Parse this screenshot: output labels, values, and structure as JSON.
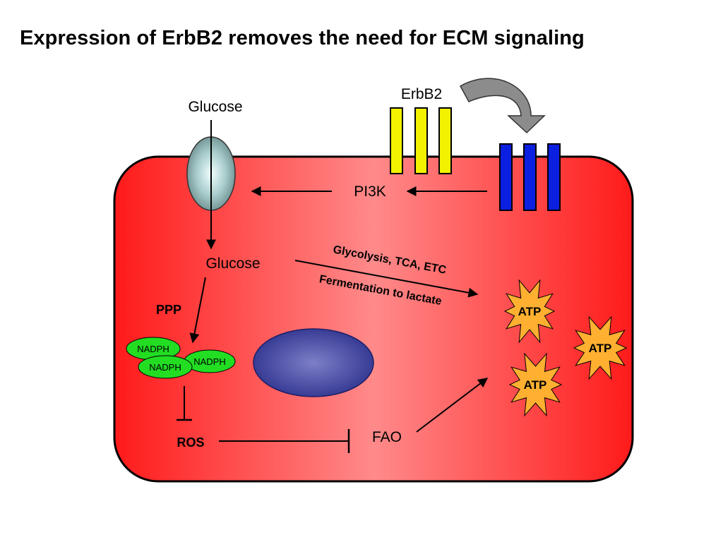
{
  "title": "Expression of ErbB2 removes the need for ECM signaling",
  "labels": {
    "glucose_outside": "Glucose",
    "erbb2": "ErbB2",
    "pi3k": "PI3K",
    "glucose_inside": "Glucose",
    "glycolysis": "Glycolysis, TCA, ETC",
    "fermentation": "Fermentation to lactate",
    "ppp": "PPP",
    "nadph_1": "NADPH",
    "nadph_2": "NADPH",
    "nadph_3": "NADPH",
    "ros": "ROS",
    "fao": "FAO",
    "atp_1": "ATP",
    "atp_2": "ATP",
    "atp_3": "ATP"
  },
  "colors": {
    "cell_edge": "#ff1a1a",
    "cell_center": "#ff8a8a",
    "erbb2_receptor": "#f2f200",
    "ecm_receptor": "#0a1fe0",
    "transporter": "#8fb5b5",
    "nadph": "#22dd22",
    "nucleus": "#3a3f9a",
    "atp": "#ffb030",
    "curved_arrow": "#8c8c8c"
  }
}
